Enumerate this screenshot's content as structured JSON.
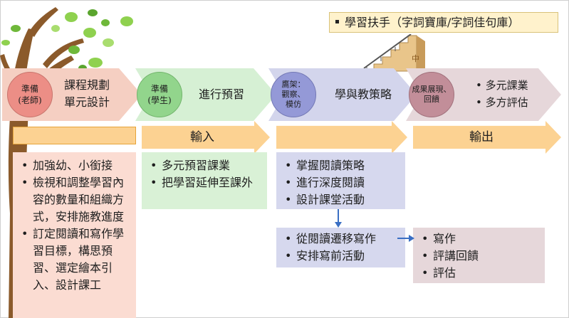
{
  "helper": {
    "label": "學習扶手（字詞寶庫/字詞佳句庫）"
  },
  "stairs": {
    "label": "中"
  },
  "stages": [
    {
      "circle_lines": [
        "準備",
        "(老師)"
      ],
      "text_lines": [
        "課程規劃",
        "單元設計"
      ]
    },
    {
      "circle_lines": [
        "準備",
        "(學生)"
      ],
      "text_lines": [
        "進行預習"
      ]
    },
    {
      "circle_lines": [
        "鷹架：",
        "觀察、",
        "模仿"
      ],
      "text_lines": [
        "學與教策略"
      ]
    },
    {
      "circle_lines": [
        "成果展現、",
        "回饋"
      ],
      "text_lines": [
        "• 多元課業",
        "• 多方評估"
      ]
    }
  ],
  "arrows": {
    "input_label": "輸入",
    "output_label": "輸出"
  },
  "boxes": {
    "teacher_prep": [
      "加強幼、小銜接",
      "檢視和調整學習內容的數量和組織方式，安排施教進度",
      "訂定閱讀和寫作學習目標，構思預習、選定繪本引入、設計課工"
    ],
    "student_prep": [
      "多元預習課業",
      "把學習延伸至課外"
    ],
    "reading_strategy": [
      "掌握閱讀策略",
      "進行深度閱讀",
      "設計課堂活動"
    ],
    "writing_transfer": [
      "從閱讀遷移寫作",
      "安排寫前活動"
    ],
    "outcome": [
      "寫作",
      "評講回饋",
      "評估"
    ]
  },
  "colors": {
    "teacher": "#f5cfc2",
    "student": "#d6f0d4",
    "scaffold": "#d3d5ec",
    "outcome": "#e6d7da",
    "arrow": "#fcd292",
    "connector": "#3a6fc4"
  }
}
